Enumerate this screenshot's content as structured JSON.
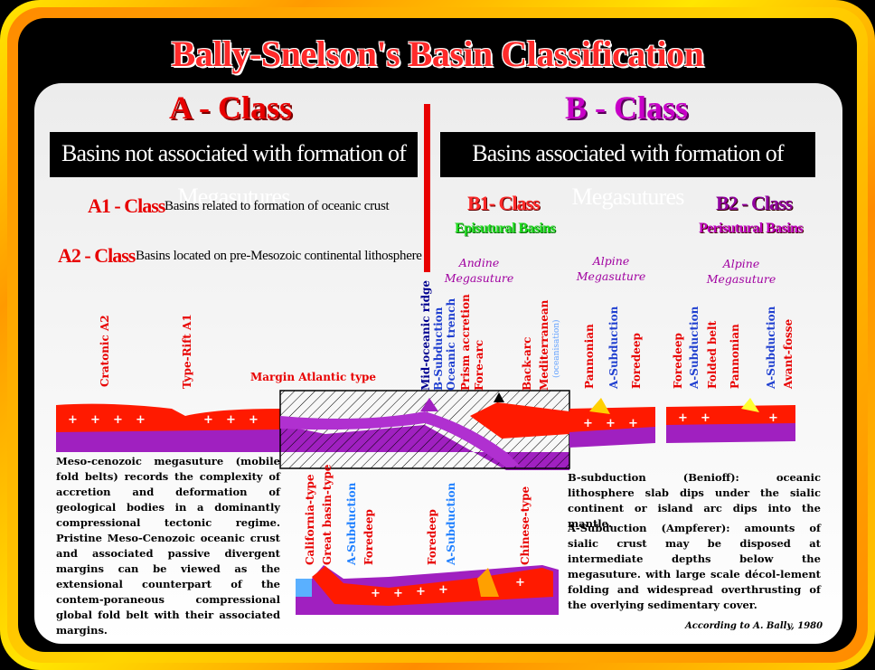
{
  "title": "Bally-Snelson's Basin Classification",
  "class_a": {
    "title": "A - Class",
    "banner": "Basins not associated with formation of Megasutures",
    "a1": {
      "label": "A1 - Class",
      "desc": "Basins related to formation of oceanic crust"
    },
    "a2": {
      "label": "A2 - Class",
      "desc": "Basins located on pre-Mesozoic continental lithosphere"
    }
  },
  "class_b": {
    "title": "B - Class",
    "banner": "Basins  associated with formation of Megasutures",
    "b1": {
      "label": "B1- Class",
      "sub": "Episutural Basins"
    },
    "b2": {
      "label": "B2 - Class",
      "sub": "Perisutural Basins"
    }
  },
  "megasutures": {
    "andine": [
      "Andine",
      "Megasuture"
    ],
    "alpine1": [
      "Alpine",
      "Megasuture"
    ],
    "alpine2": [
      "Alpine",
      "Megasuture"
    ]
  },
  "section_labels": {
    "cratonic": "Cratonic A2",
    "type_rift": "Type-Rift A1",
    "margin_atlantic": "Margin Atlantic type",
    "mid_oceanic": "Mid-oceanic ridge",
    "b_subduction": "B-Subduction",
    "oceanic_trench": "Oceanic trench",
    "prism_accretion": "Prism accretion",
    "fore_arc": "Fore-arc",
    "back_arc": "Back-arc",
    "mediterranean": "Mediterranean",
    "oceanisation": "(oceanisation)",
    "pannonian1": "Pannonian",
    "a_subduction1": "A-Subduction",
    "foredeep1": "Foredeep",
    "foredeep2": "Foredeep",
    "a_subduction2": "A-Subduction",
    "folded_belt": "Folded belt",
    "pannonian2": "Pannonian",
    "a_subduction3": "A-Subduction",
    "avant_fosse": "Avant-fosse",
    "california": "California-type",
    "great_basin": "Great basin-type",
    "a_subduction4": "A-Subduction",
    "foredeep3": "Foredeep",
    "foredeep4": "Foredeep",
    "a_subduction5": "A-Subduction",
    "chinese": "Chinese-type"
  },
  "text_left": "Meso-cenozoic megasuture (mobile fold belts) records the complexity of accretion and deformation of geological bodies in a dominantly compressional tectonic regime. Pristine Meso-Cenozoic oceanic crust and associated passive divergent margins can be viewed as the extensional counterpart of the contem-poraneous compressional global fold belt with their associated margins.",
  "text_right_1": "B-subduction (Benioff): oceanic lithosphere slab dips under the sialic continent or island arc dips into the mantle.",
  "text_right_2": "A-Subduction (Ampferer): amounts of sialic crust may be disposed at intermediate depths below the megasuture. with large scale décol-lement folding and widespread overthrusting of the overlying sedimentary cover.",
  "credit": "According to  A. Bally, 1980",
  "colors": {
    "frame_yellow": "#ffd400",
    "title_red": "#ff2a2a",
    "crust_red": "#ff1a00",
    "mantle_purple": "#a020c0",
    "sediment_yellow": "#ffff30",
    "ocean_blue": "#5ab0ff"
  }
}
